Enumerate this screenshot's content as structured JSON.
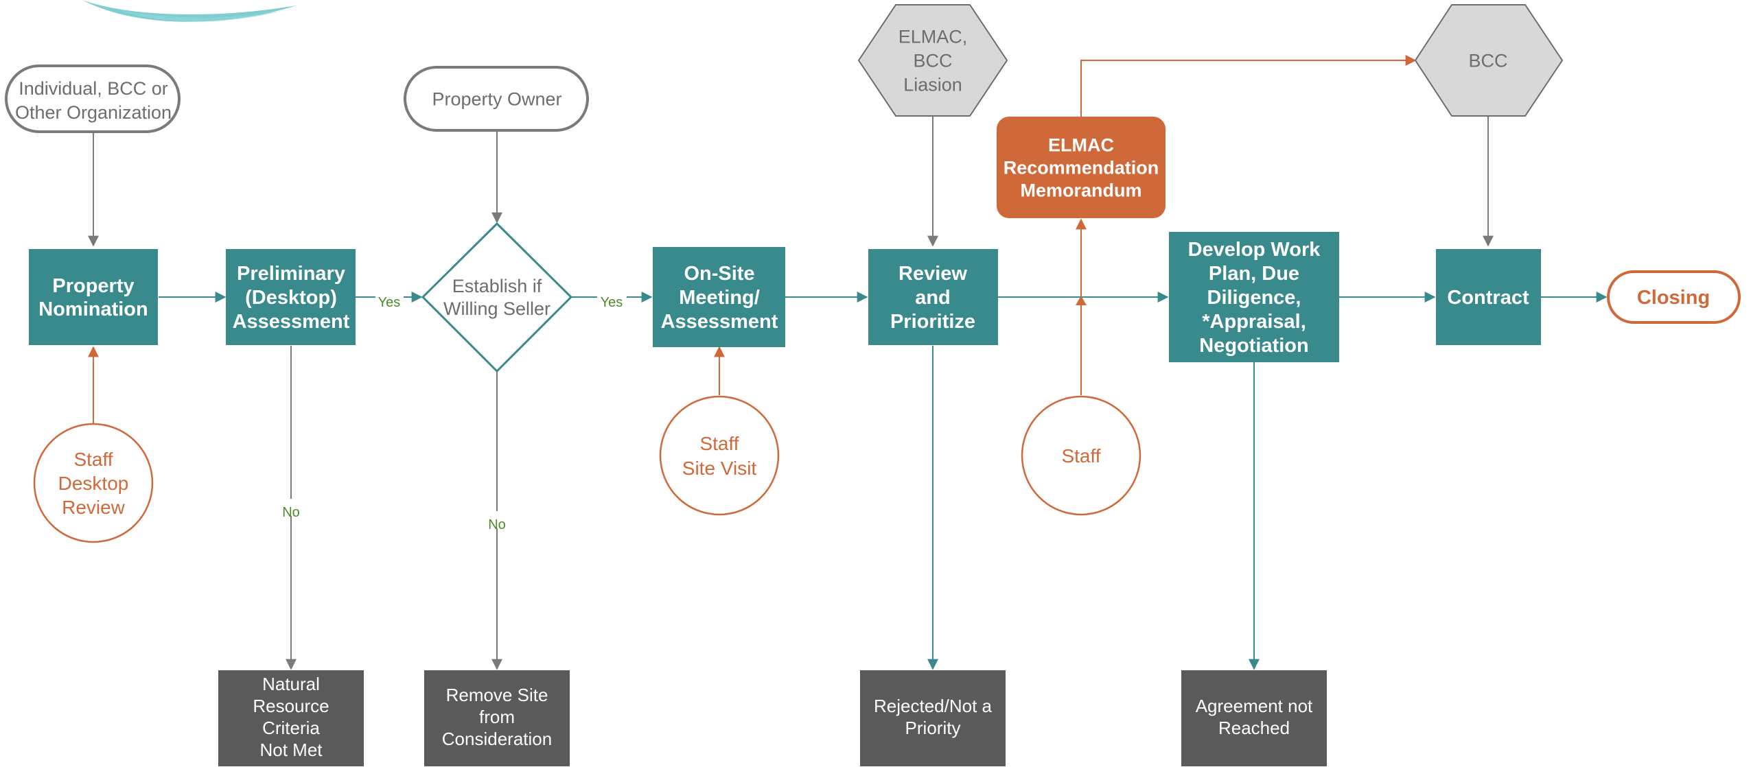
{
  "colors": {
    "teal": "#388a8c",
    "orange": "#d0693a",
    "gray_stroke": "#7a7a7a",
    "dark_gray": "#5a5a5a",
    "hex_fill": "#d8d8d8",
    "label_green": "#4f8a2a"
  },
  "inputs": {
    "nominator": [
      "Individual, BCC or",
      "Other Organization"
    ],
    "owner": [
      "Property Owner"
    ],
    "elmac_liaison": [
      "ELMAC,",
      "BCC",
      "Liasion"
    ],
    "bcc": [
      "BCC"
    ]
  },
  "steps": {
    "nomination": [
      "Property",
      "Nomination"
    ],
    "preliminary": [
      "Preliminary",
      "(Desktop)",
      "Assessment"
    ],
    "willing_seller": [
      "Establish if",
      "Willing Seller"
    ],
    "onsite": [
      "On-Site",
      "Meeting/",
      "Assessment"
    ],
    "review": [
      "Review",
      "and",
      "Prioritize"
    ],
    "memo": [
      "ELMAC",
      "Recommendation",
      "Memorandum"
    ],
    "workplan": [
      "Develop Work",
      "Plan, Due",
      "Diligence,",
      "*Appraisal,",
      "Negotiation"
    ],
    "contract": [
      "Contract"
    ],
    "closing": [
      "Closing"
    ]
  },
  "staff": {
    "desktop_review": [
      "Staff",
      "Desktop",
      "Review"
    ],
    "site_visit": [
      "Staff",
      "Site Visit"
    ],
    "staff": [
      "Staff"
    ]
  },
  "outcomes": {
    "criteria_not_met": [
      "Natural",
      "Resource",
      "Criteria",
      "Not Met"
    ],
    "remove_site": [
      "Remove Site",
      "from",
      "Consideration"
    ],
    "rejected": [
      "Rejected/Not a",
      "Priority"
    ],
    "no_agreement": [
      "Agreement not",
      "Reached"
    ]
  },
  "edge_labels": {
    "yes_1": "Yes",
    "yes_2": "Yes",
    "no_1": "No",
    "no_2": "No"
  }
}
